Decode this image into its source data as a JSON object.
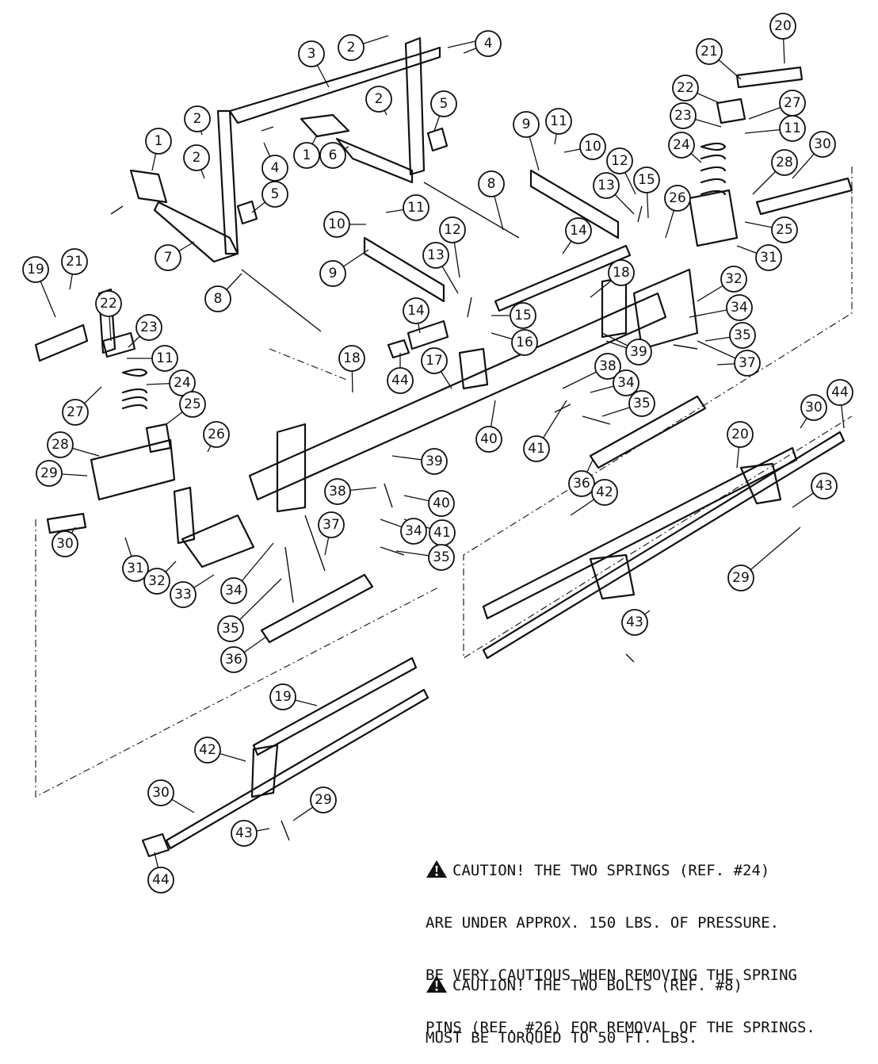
{
  "callouts": [
    "1",
    "2",
    "3",
    "4",
    "5",
    "6",
    "7",
    "8",
    "9",
    "10",
    "11",
    "12",
    "13",
    "14",
    "15",
    "16",
    "17",
    "18",
    "19",
    "20",
    "21",
    "22",
    "23",
    "24",
    "25",
    "26",
    "27",
    "28",
    "29",
    "30",
    "31",
    "32",
    "33",
    "34",
    "35",
    "36",
    "37",
    "38",
    "39",
    "40",
    "41",
    "42",
    "43",
    "44"
  ],
  "caution_1": {
    "icon": "warning-triangle-icon",
    "lines": [
      "CAUTION! THE TWO SPRINGS (REF. #24)",
      "ARE UNDER APPROX. 150 LBS. OF PRESSURE.",
      "BE VERY CAUTIOUS WHEN REMOVING THE SPRING",
      "PINS (REF. #26) FOR REMOVAL OF THE SPRINGS."
    ]
  },
  "caution_2": {
    "icon": "warning-triangle-icon",
    "lines": [
      "CAUTION! THE TWO BOLTS (REF. #8)",
      "MUST BE TORQUED TO 50 FT. LBS."
    ]
  }
}
